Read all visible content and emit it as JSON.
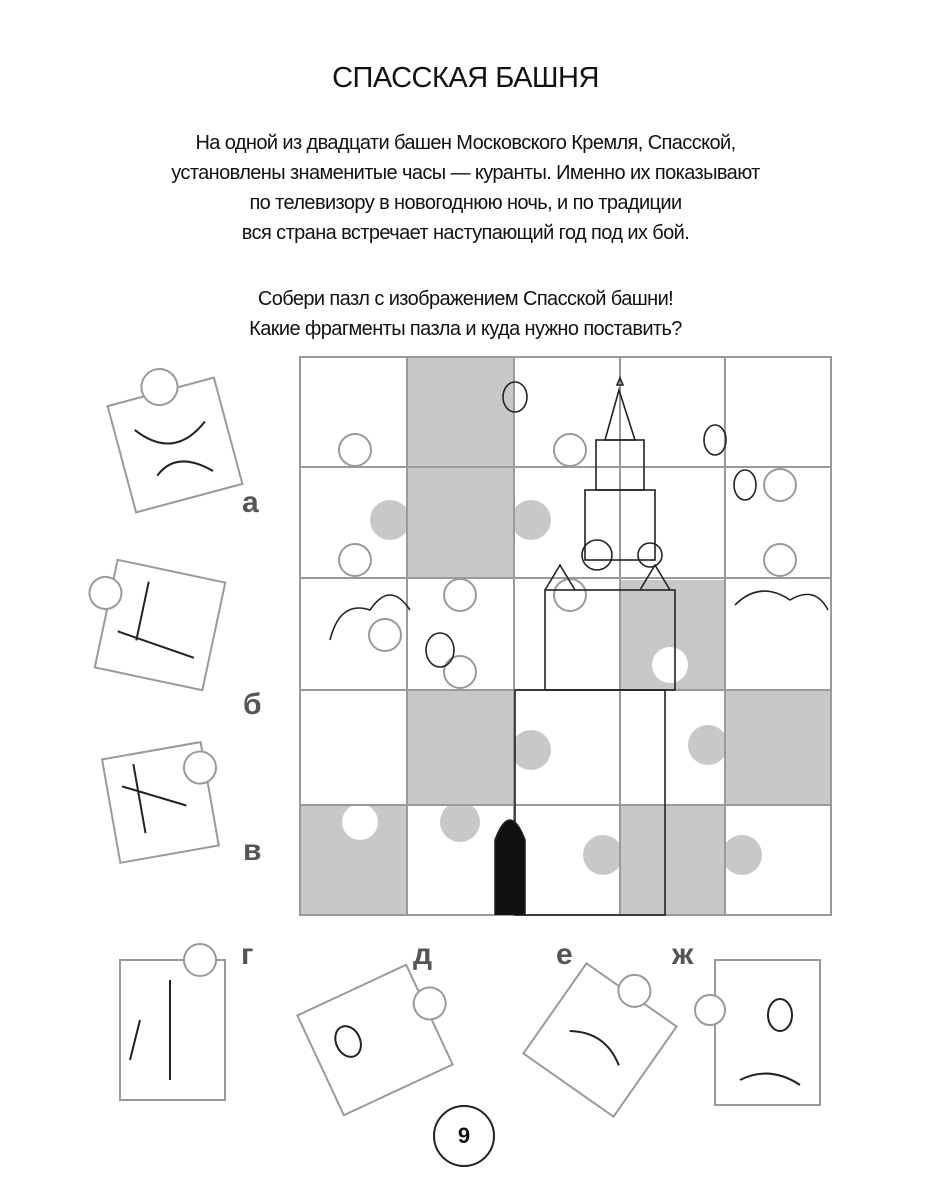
{
  "title": "СПАССКАЯ БАШНЯ",
  "intro_lines": [
    "На одной из двадцати башен Московского Кремля, Спасской,",
    "установлены знаменитые часы — куранты. Именно их показывают",
    "по телевизору в новогоднюю ночь, и по традиции",
    "вся страна встречает наступающий год под их бой."
  ],
  "task_lines": [
    "Собери пазл с изображением Спасской башни!",
    "Какие фрагменты пазла и куда нужно поставить?"
  ],
  "piece_labels": [
    "а",
    "б",
    "в",
    "г",
    "д",
    "е",
    "ж"
  ],
  "page_number": "9",
  "colors": {
    "missing_slot": "#c8c8c8",
    "outline": "#9a9a9a"
  }
}
